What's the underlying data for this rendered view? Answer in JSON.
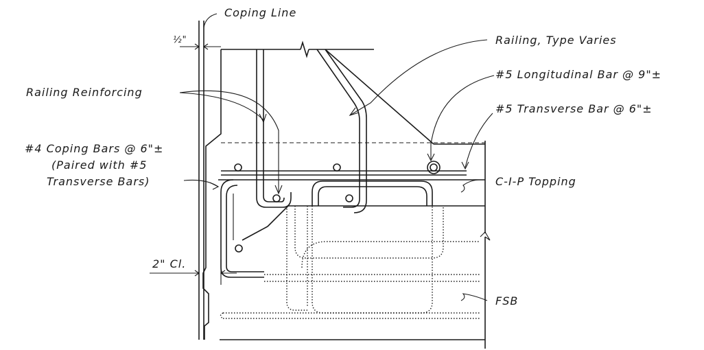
{
  "labels": {
    "coping_line": "Coping Line",
    "half_inch": "½\"",
    "railing_type": "Railing, Type Varies",
    "longitudinal_bar": "#5 Longitudinal Bar @ 9\"±",
    "transverse_bar": "#5 Transverse Bar @ 6\"±",
    "railing_reinforcing": "Railing Reinforcing",
    "coping_bars_1": "#4 Coping Bars @ 6\"±",
    "coping_bars_2": "(Paired with #5",
    "coping_bars_3": "Transverse Bars)",
    "cip_topping": "C-I-P Topping",
    "clearance": "2\" Cl.",
    "fsb": "FSB"
  }
}
